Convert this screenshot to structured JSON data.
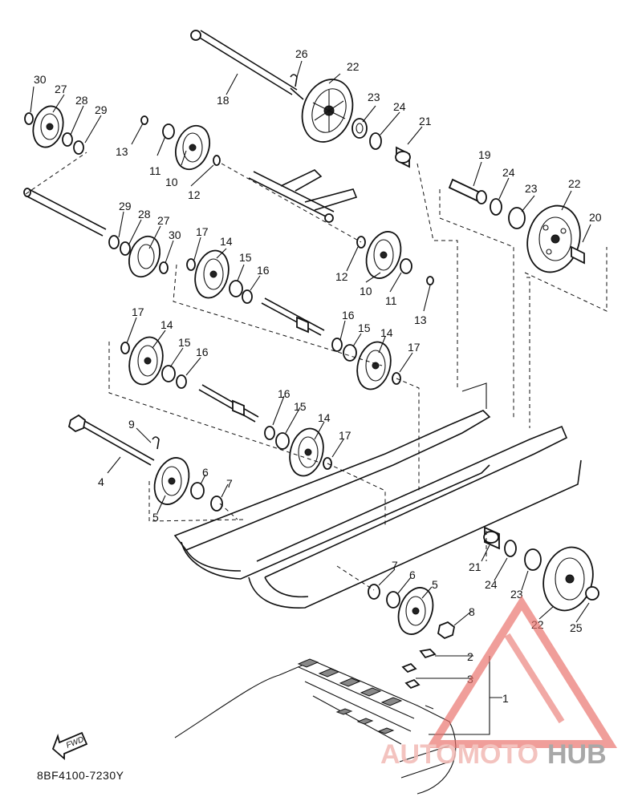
{
  "diagram": {
    "code": "8BF4100-7230Y",
    "fwd_label": "FWD",
    "callouts": [
      "30",
      "27",
      "28",
      "29",
      "13",
      "11",
      "10",
      "12",
      "18",
      "26",
      "22",
      "23",
      "24",
      "21",
      "19",
      "24",
      "23",
      "22",
      "20",
      "29",
      "28",
      "27",
      "30",
      "17",
      "14",
      "15",
      "16",
      "12",
      "10",
      "11",
      "13",
      "17",
      "14",
      "15",
      "16",
      "16",
      "15",
      "14",
      "17",
      "16",
      "15",
      "14",
      "17",
      "9",
      "4",
      "5",
      "6",
      "7",
      "21",
      "24",
      "23",
      "22",
      "25",
      "7",
      "6",
      "5",
      "8",
      "2",
      "3",
      "1"
    ]
  },
  "watermark": {
    "part_a": "AUTOMOTO",
    "part_b": "HUB",
    "color_a": "#f2b9b4",
    "color_b": "#9a9a9a",
    "triangle_color": "#e8706a"
  }
}
